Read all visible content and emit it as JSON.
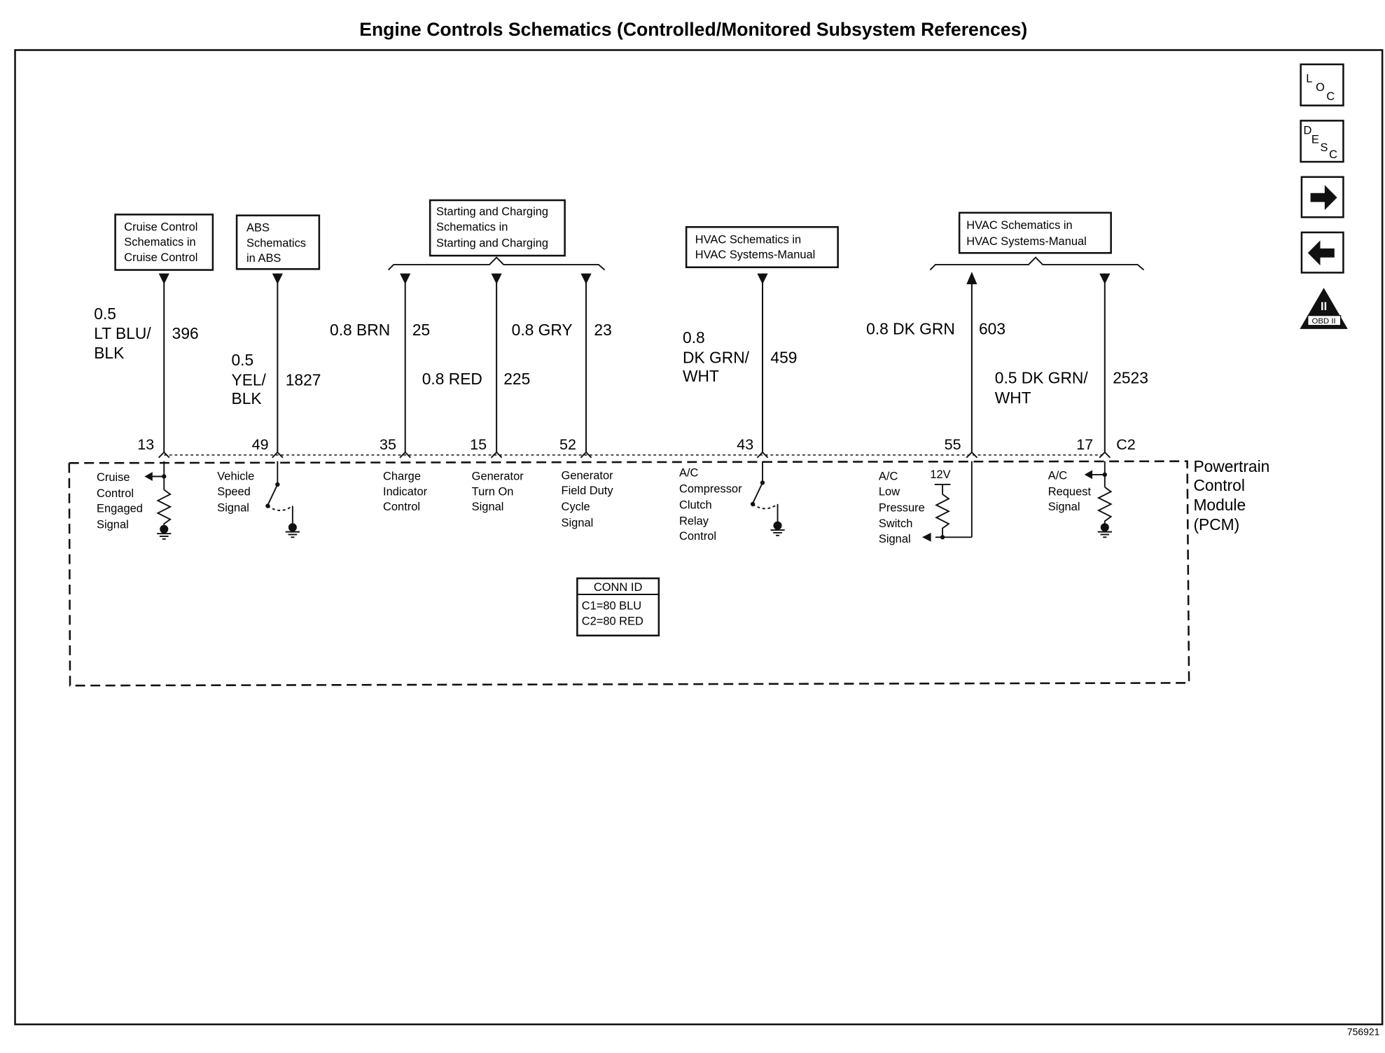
{
  "title": "Engine Controls Schematics (Controlled/Monitored Subsystem References)",
  "figure_id": "756921",
  "nav_icons": {
    "loc": {
      "l": "L",
      "o": "O",
      "c": "C"
    },
    "desc": {
      "d": "D",
      "e": "E",
      "s": "S",
      "c": "C"
    },
    "next": "arrow-right-icon",
    "prev": "arrow-left-icon",
    "obd": {
      "numeral": "II",
      "label": "OBD II"
    }
  },
  "references": {
    "cruise": [
      "Cruise Control",
      "Schematics in",
      "Cruise Control"
    ],
    "abs": [
      "ABS",
      "Schematics",
      "in ABS"
    ],
    "starting": [
      "Starting and Charging",
      "Schematics in",
      "Starting and Charging"
    ],
    "hvac1": [
      "HVAC Schematics in",
      "HVAC Systems-Manual"
    ],
    "hvac2": [
      "HVAC Schematics in",
      "HVAC Systems-Manual"
    ]
  },
  "circuits": {
    "c13": {
      "size": "0.5",
      "color1": "LT BLU/",
      "color2": "BLK",
      "circuit": "396",
      "pin": "13",
      "label": [
        "Cruise",
        "Control",
        "Engaged",
        "Signal"
      ]
    },
    "c49": {
      "size": "0.5",
      "color1": "YEL/",
      "color2": "BLK",
      "circuit": "1827",
      "pin": "49",
      "label": [
        "Vehicle",
        "Speed",
        "Signal"
      ]
    },
    "c35": {
      "wire": "0.8 BRN",
      "circuit": "25",
      "pin": "35",
      "label": [
        "Charge",
        "Indicator",
        "Control"
      ]
    },
    "c15": {
      "wire": "0.8 RED",
      "circuit": "225",
      "pin": "15",
      "label": [
        "Generator",
        "Turn On",
        "Signal"
      ]
    },
    "c52": {
      "wire": "0.8 GRY",
      "circuit": "23",
      "pin": "52",
      "label": [
        "Generator",
        "Field Duty",
        "Cycle",
        "Signal"
      ]
    },
    "c43": {
      "size": "0.8",
      "color1": "DK GRN/",
      "color2": "WHT",
      "circuit": "459",
      "pin": "43",
      "label": [
        "A/C",
        "Compressor",
        "Clutch",
        "Relay",
        "Control"
      ]
    },
    "c55": {
      "wire": "0.8 DK GRN",
      "circuit": "603",
      "pin": "55",
      "supply": "12V",
      "label": [
        "A/C",
        "Low",
        "Pressure",
        "Switch",
        "Signal"
      ]
    },
    "c17": {
      "wire1": "0.5 DK GRN/",
      "wire2": "WHT",
      "circuit": "2523",
      "pin": "17",
      "connector": "C2",
      "label": [
        "A/C",
        "Request",
        "Signal"
      ]
    }
  },
  "pcm": [
    "Powertrain",
    "Control",
    "Module",
    "(PCM)"
  ],
  "conn_id": {
    "header": "CONN ID",
    "rows": [
      "C1=80 BLU",
      "C2=80 RED"
    ]
  }
}
